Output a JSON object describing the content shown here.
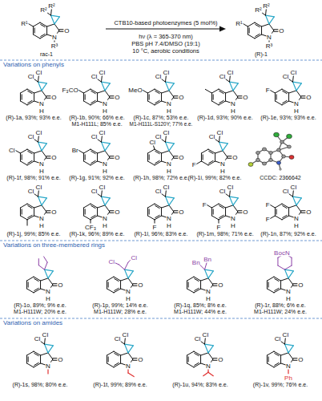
{
  "diagram": {
    "labels": [
      "R¹",
      "R²",
      "R²",
      "O",
      "N",
      "R³",
      "rac-1",
      "CTB10-based photoenzymes (5 mol%)",
      "hν (λ = 365-370 nm)",
      "PBS pH 7.4/DMSO (19:1)",
      "10 °C, aerobic conditions",
      "R¹",
      "R²",
      "R²",
      "O",
      "N",
      "R³",
      "(R)-1",
      "Variations on phenyls",
      "Cl",
      "Cl",
      "O",
      "N",
      "H",
      "(R)-1a, 93%; 93% e.e.",
      "F₃CO",
      "Cl",
      "Cl",
      "O",
      "N",
      "H",
      "(R)-1b, 90%; 66% e.e.",
      "M1-H111L; 85% e.e.",
      "MeO",
      "Cl",
      "Cl",
      "O",
      "N",
      "H",
      "(R)-1c, 87%; 53% e.e.",
      "M1-H111L-S120Y; 77% e.e.",
      "Cl",
      "Cl",
      "O",
      "N",
      "H",
      "(R)-1d, 93%; 90% e.e.",
      "F",
      "Cl",
      "Cl",
      "O",
      "N",
      "H",
      "(R)-1e, 93%; 93% e.e.",
      "Cl",
      "Cl",
      "Cl",
      "O",
      "N",
      "H",
      "(R)-1f, 98%; 91% e.e.",
      "Br",
      "Cl",
      "Cl",
      "O",
      "N",
      "H",
      "(R)-1g, 91%; 92% e.e.",
      "Cl",
      "Cl",
      "Cl",
      "O",
      "N",
      "H",
      "(R)-1h, 98%; 72% e.e.",
      "F",
      "Cl",
      "Cl",
      "O",
      "N",
      "H",
      "(R)-1i, 99%; 82% e.e.",
      "CCDC: 2366642",
      "Cl",
      "Cl",
      "O",
      "N",
      "H",
      "(R)-1j, 99%; 85% e.e.",
      "CF₃",
      "Cl",
      "Cl",
      "O",
      "N",
      "H",
      "(R)-1k, 96%; 89% e.e.",
      "F",
      "Cl",
      "Cl",
      "O",
      "N",
      "H",
      "(R)-1l, 96%; 83% e.e.",
      "F",
      "F",
      "Cl",
      "Cl",
      "O",
      "N",
      "H",
      "(R)-1m, 98%; 71% e.e.",
      "F",
      "F",
      "Cl",
      "Cl",
      "O",
      "N",
      "H",
      "(R)-1n, 87%; 92% e.e.",
      "Variations on three-membered rings",
      "O",
      "N",
      "H",
      "(R)-1o, 89%; 9% e.e.",
      "M1-H111W; 20% e.e.",
      "Cl",
      "Cl",
      "O",
      "N",
      "H",
      "(R)-1p, 99%; 14% e.e.",
      "M1-H111W; 28% e.e.",
      "Bn",
      "Bn",
      "O",
      "N",
      "H",
      "(R)-1q, 85%; 8% e.e.",
      "M1-H111W; 44% e.e.",
      "BocN",
      "O",
      "N",
      "H",
      "(R)-1r, 88%; 6% e.e.",
      "M1-H111W; 24% e.e.",
      "Variations on amides",
      "Cl",
      "Cl",
      "O",
      "N",
      "(R)-1s, 98%; 80% e.e.",
      "Cl",
      "Cl",
      "O",
      "N",
      "(R)-1t, 99%; 89% e.e.",
      "Cl",
      "Cl",
      "O",
      "N",
      "(R)-1u, 94%; 83% e.e.",
      "Cl",
      "Cl",
      "O",
      "N",
      "Ph",
      "(R)-1v, 99%; 76% e.e."
    ]
  }
}
